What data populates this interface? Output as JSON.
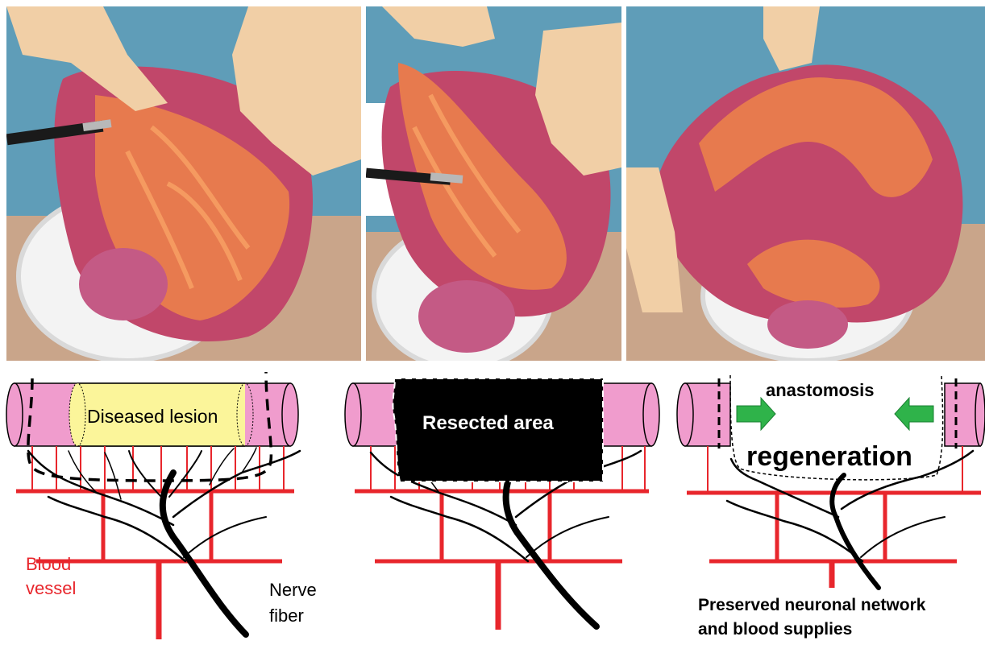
{
  "panels": [
    {
      "photo": "intestine-before-resection-photo",
      "diagram": "diseased-lesion-diagram"
    },
    {
      "photo": "intestine-after-resection-photo",
      "diagram": "resected-area-diagram"
    },
    {
      "photo": "intestine-after-anastomosis-photo",
      "diagram": "regeneration-diagram"
    }
  ],
  "labels": {
    "diseased_lesion": "Diseased lesion",
    "resected_area": "Resected area",
    "anastomosis": "anastomosis",
    "regeneration": "regeneration",
    "blood_vessel_1": "Blood",
    "blood_vessel_2": "vessel",
    "nerve_fiber_1": "Nerve",
    "nerve_fiber_2": "fiber",
    "preserved_1": "Preserved neuronal network",
    "preserved_2": "and blood supplies"
  },
  "colors": {
    "intestine_pink": "#f09ccd",
    "lesion_yellow": "#fbf59a",
    "vessel_red": "#e8262c",
    "nerve_black": "#000000",
    "arrow_green": "#2fb34a"
  }
}
